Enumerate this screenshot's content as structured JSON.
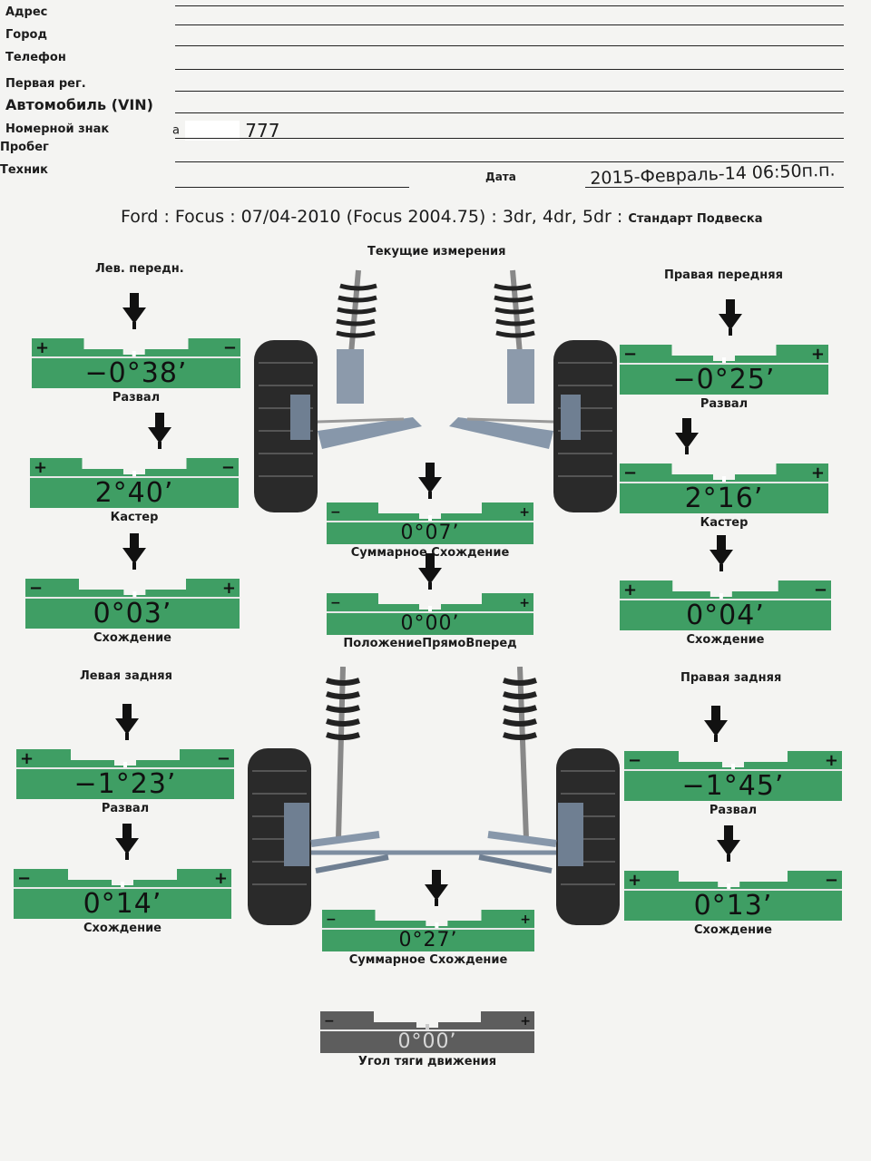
{
  "form": {
    "address_label": "Адрес",
    "city_label": "Город",
    "phone_label": "Телефон",
    "first_reg_label": "Первая рег.",
    "vin_label": "Автомобиль (VIN)",
    "plate_label": "Номерной знак",
    "plate_prefix": "а",
    "plate_suffix": "777",
    "mileage_label": "Пробег",
    "technician_label": "Техник",
    "date_label": "Дата",
    "date_value": "2015-Февраль-14 06:50п.п."
  },
  "vehicle": {
    "title": "Ford : Focus : 07/04-2010 (Focus 2004.75) : 3dr, 4dr, 5dr :",
    "suspension": "Стандарт Подвеска"
  },
  "headings": {
    "current": "Текущие измерения",
    "front_left": "Лев. передн.",
    "front_right": "Правая передняя",
    "rear_left": "Левая задняя",
    "rear_right": "Правая задняя"
  },
  "gauges": {
    "fl_camber": {
      "value": "−0°38’",
      "label": "Развал"
    },
    "fl_caster": {
      "value": "2°40’",
      "label": "Кастер"
    },
    "fl_toe": {
      "value": "0°03’",
      "label": "Схождение"
    },
    "fr_camber": {
      "value": "−0°25’",
      "label": "Развал"
    },
    "fr_caster": {
      "value": "2°16’",
      "label": "Кастер"
    },
    "fr_toe": {
      "value": "0°04’",
      "label": "Схождение"
    },
    "front_total_toe": {
      "value": "0°07’",
      "label": "Суммарное Схождение"
    },
    "straight_ahead": {
      "value": "0°00’",
      "label": "ПоложениеПрямоВперед"
    },
    "rl_camber": {
      "value": "−1°23’",
      "label": "Развал"
    },
    "rl_toe": {
      "value": "0°14’",
      "label": "Схождение"
    },
    "rr_camber": {
      "value": "−1°45’",
      "label": "Развал"
    },
    "rr_toe": {
      "value": "0°13’",
      "label": "Схождение"
    },
    "rear_total_toe": {
      "value": "0°27’",
      "label": "Суммарное Схождение"
    },
    "thrust_angle": {
      "value": "0°00’",
      "label": "Угол тяги движения"
    }
  },
  "signs": {
    "plus": "+",
    "minus": "−"
  },
  "colors": {
    "gauge_green": "#3f9e64",
    "gauge_gray": "#5d5d5d",
    "paper": "#f4f4f2"
  },
  "icons": [
    "down-arrow-indicator-icon",
    "front-suspension-illustration",
    "rear-suspension-illustration"
  ]
}
